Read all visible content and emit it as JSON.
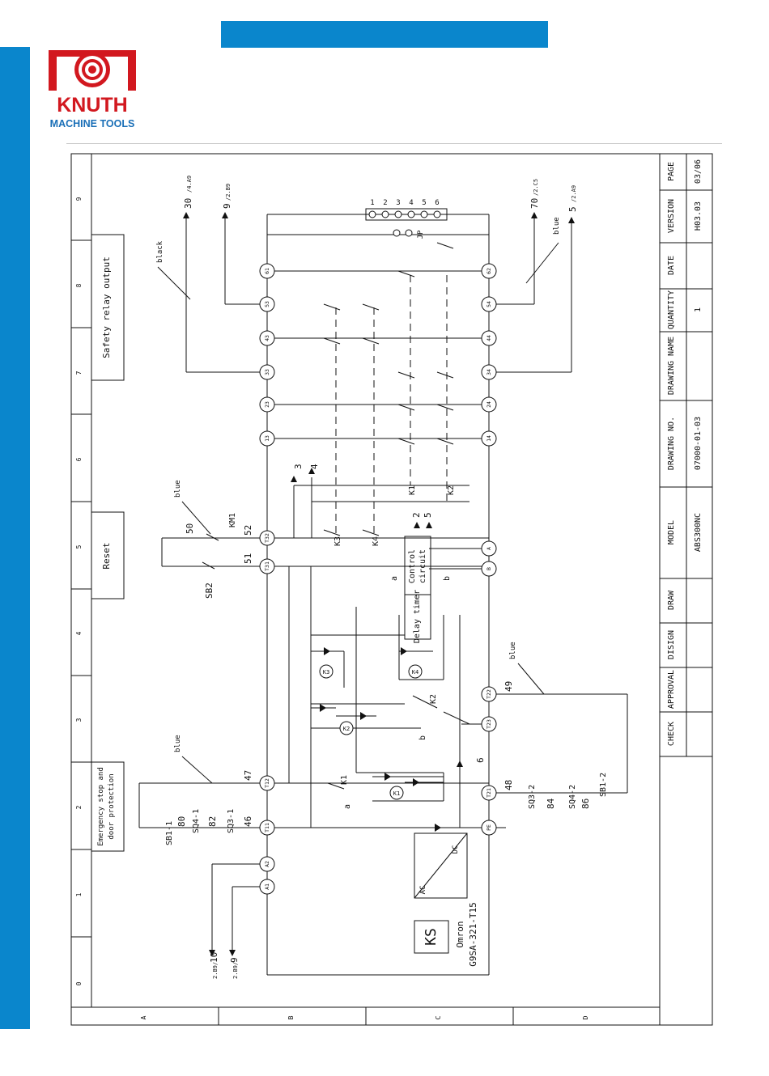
{
  "brand": {
    "logo_text": "KNUTH",
    "logo_sub": "MACHINE TOOLS",
    "accent": "#0a86cc",
    "logo_red": "#d2181f"
  },
  "frame": {
    "columns": [
      "0",
      "1",
      "2",
      "3",
      "4",
      "5",
      "6",
      "7",
      "8",
      "9"
    ],
    "rows": [
      "A",
      "B",
      "C",
      "D"
    ]
  },
  "sections": {
    "safety_relay_output": "Safety relay output",
    "reset": "Reset",
    "estop_line1": "Emergency stop and",
    "estop_line2": "door protection"
  },
  "title_block": {
    "headers": [
      "PAGE",
      "VERSION",
      "DATE",
      "QUANTITY",
      "DRAWING NAME",
      "DRAWING NO.",
      "MODEL",
      "DRAW",
      "DISIGN",
      "APPROVAL",
      "CHECK"
    ],
    "page": "03/06",
    "version": "H03.03",
    "quantity": "1",
    "drawing_no": "07000-01-03",
    "model": "ABS300NC"
  },
  "relay": {
    "name": "KS",
    "maker": "Omron",
    "part": "G9SA-321-T15",
    "ac": "AC",
    "dc": "DC",
    "delay_timer": "Delay timer",
    "control_line1": "Control",
    "control_line2": "circuit"
  },
  "terminals": {
    "top": [
      "A1",
      "A2",
      "T11",
      "T12",
      "T31",
      "T32",
      "13",
      "23",
      "33",
      "43",
      "53",
      "61"
    ],
    "bottom": [
      "PE",
      "T21",
      "T23",
      "T22",
      "B",
      "A",
      "14",
      "24",
      "34",
      "44",
      "54",
      "62"
    ]
  },
  "labels": {
    "ref_30": "30",
    "ref_30_page": "/4.A9",
    "ref_9_top": "9",
    "ref_9_top_page": "/2.B9",
    "ref_70": "70",
    "ref_70_page": "/2.C5",
    "ref_5": "5",
    "ref_5_page": "/2.A9",
    "ref_10": "10",
    "ref_10_page": "2.B9/",
    "ref_9_left": "9",
    "ref_9_left_page": "2.B9/",
    "black": "black",
    "blue": "blue",
    "jp": "JP",
    "jp_pins": [
      "1",
      "2",
      "3",
      "4",
      "5",
      "6"
    ],
    "sb1_1": "SB1-1",
    "sq4_1": "SQ4-1",
    "sq3_1": "SQ3-1",
    "w80": "80",
    "w82": "82",
    "w46": "46",
    "w47": "47",
    "w48": "48",
    "w49": "49",
    "w50": "50",
    "w51": "51",
    "w52": "52",
    "w84": "84",
    "w86": "86",
    "sq3_2": "SQ3-2",
    "sq4_2": "SQ4-2",
    "sb1_2": "SB1-2",
    "sb2": "SB2",
    "km1": "KM1",
    "k1": "K1",
    "k2": "K2",
    "k3": "K3",
    "k4": "K4",
    "a": "a",
    "b": "b",
    "n2": "2",
    "n3": "3",
    "n4": "4",
    "n5": "5",
    "n6": "6"
  }
}
